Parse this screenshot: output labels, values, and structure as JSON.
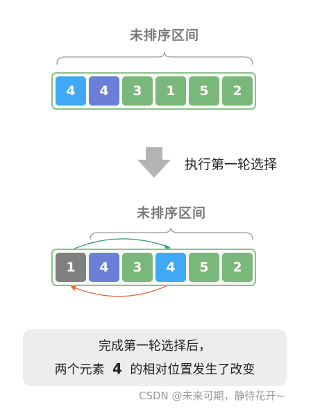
{
  "top": {
    "label": "未排序区间",
    "cells": [
      {
        "value": "4",
        "color": "#3fa9f5"
      },
      {
        "value": "4",
        "color": "#6b7fd9"
      },
      {
        "value": "3",
        "color": "#7ab77a"
      },
      {
        "value": "1",
        "color": "#7ab77a"
      },
      {
        "value": "5",
        "color": "#7ab77a"
      },
      {
        "value": "2",
        "color": "#7ab77a"
      }
    ]
  },
  "step": {
    "label": "执行第一轮选择"
  },
  "bottom": {
    "label": "未排序区间",
    "cells": [
      {
        "value": "1",
        "color": "#808080"
      },
      {
        "value": "4",
        "color": "#6b7fd9"
      },
      {
        "value": "3",
        "color": "#7ab77a"
      },
      {
        "value": "4",
        "color": "#3fa9f5"
      },
      {
        "value": "5",
        "color": "#7ab77a"
      },
      {
        "value": "2",
        "color": "#7ab77a"
      }
    ]
  },
  "note": {
    "line1": "完成第一轮选择后，",
    "line2_prefix": "两个元素",
    "line2_value": "4",
    "line2_suffix": "的相对位置发生了改变"
  },
  "watermark": "CSDN @未来可期，静待花开~",
  "colors": {
    "arrow_top": "#3a9e7e",
    "arrow_bottom": "#e8683a",
    "brace": "#999999",
    "down_arrow": "#b4b4b4"
  }
}
